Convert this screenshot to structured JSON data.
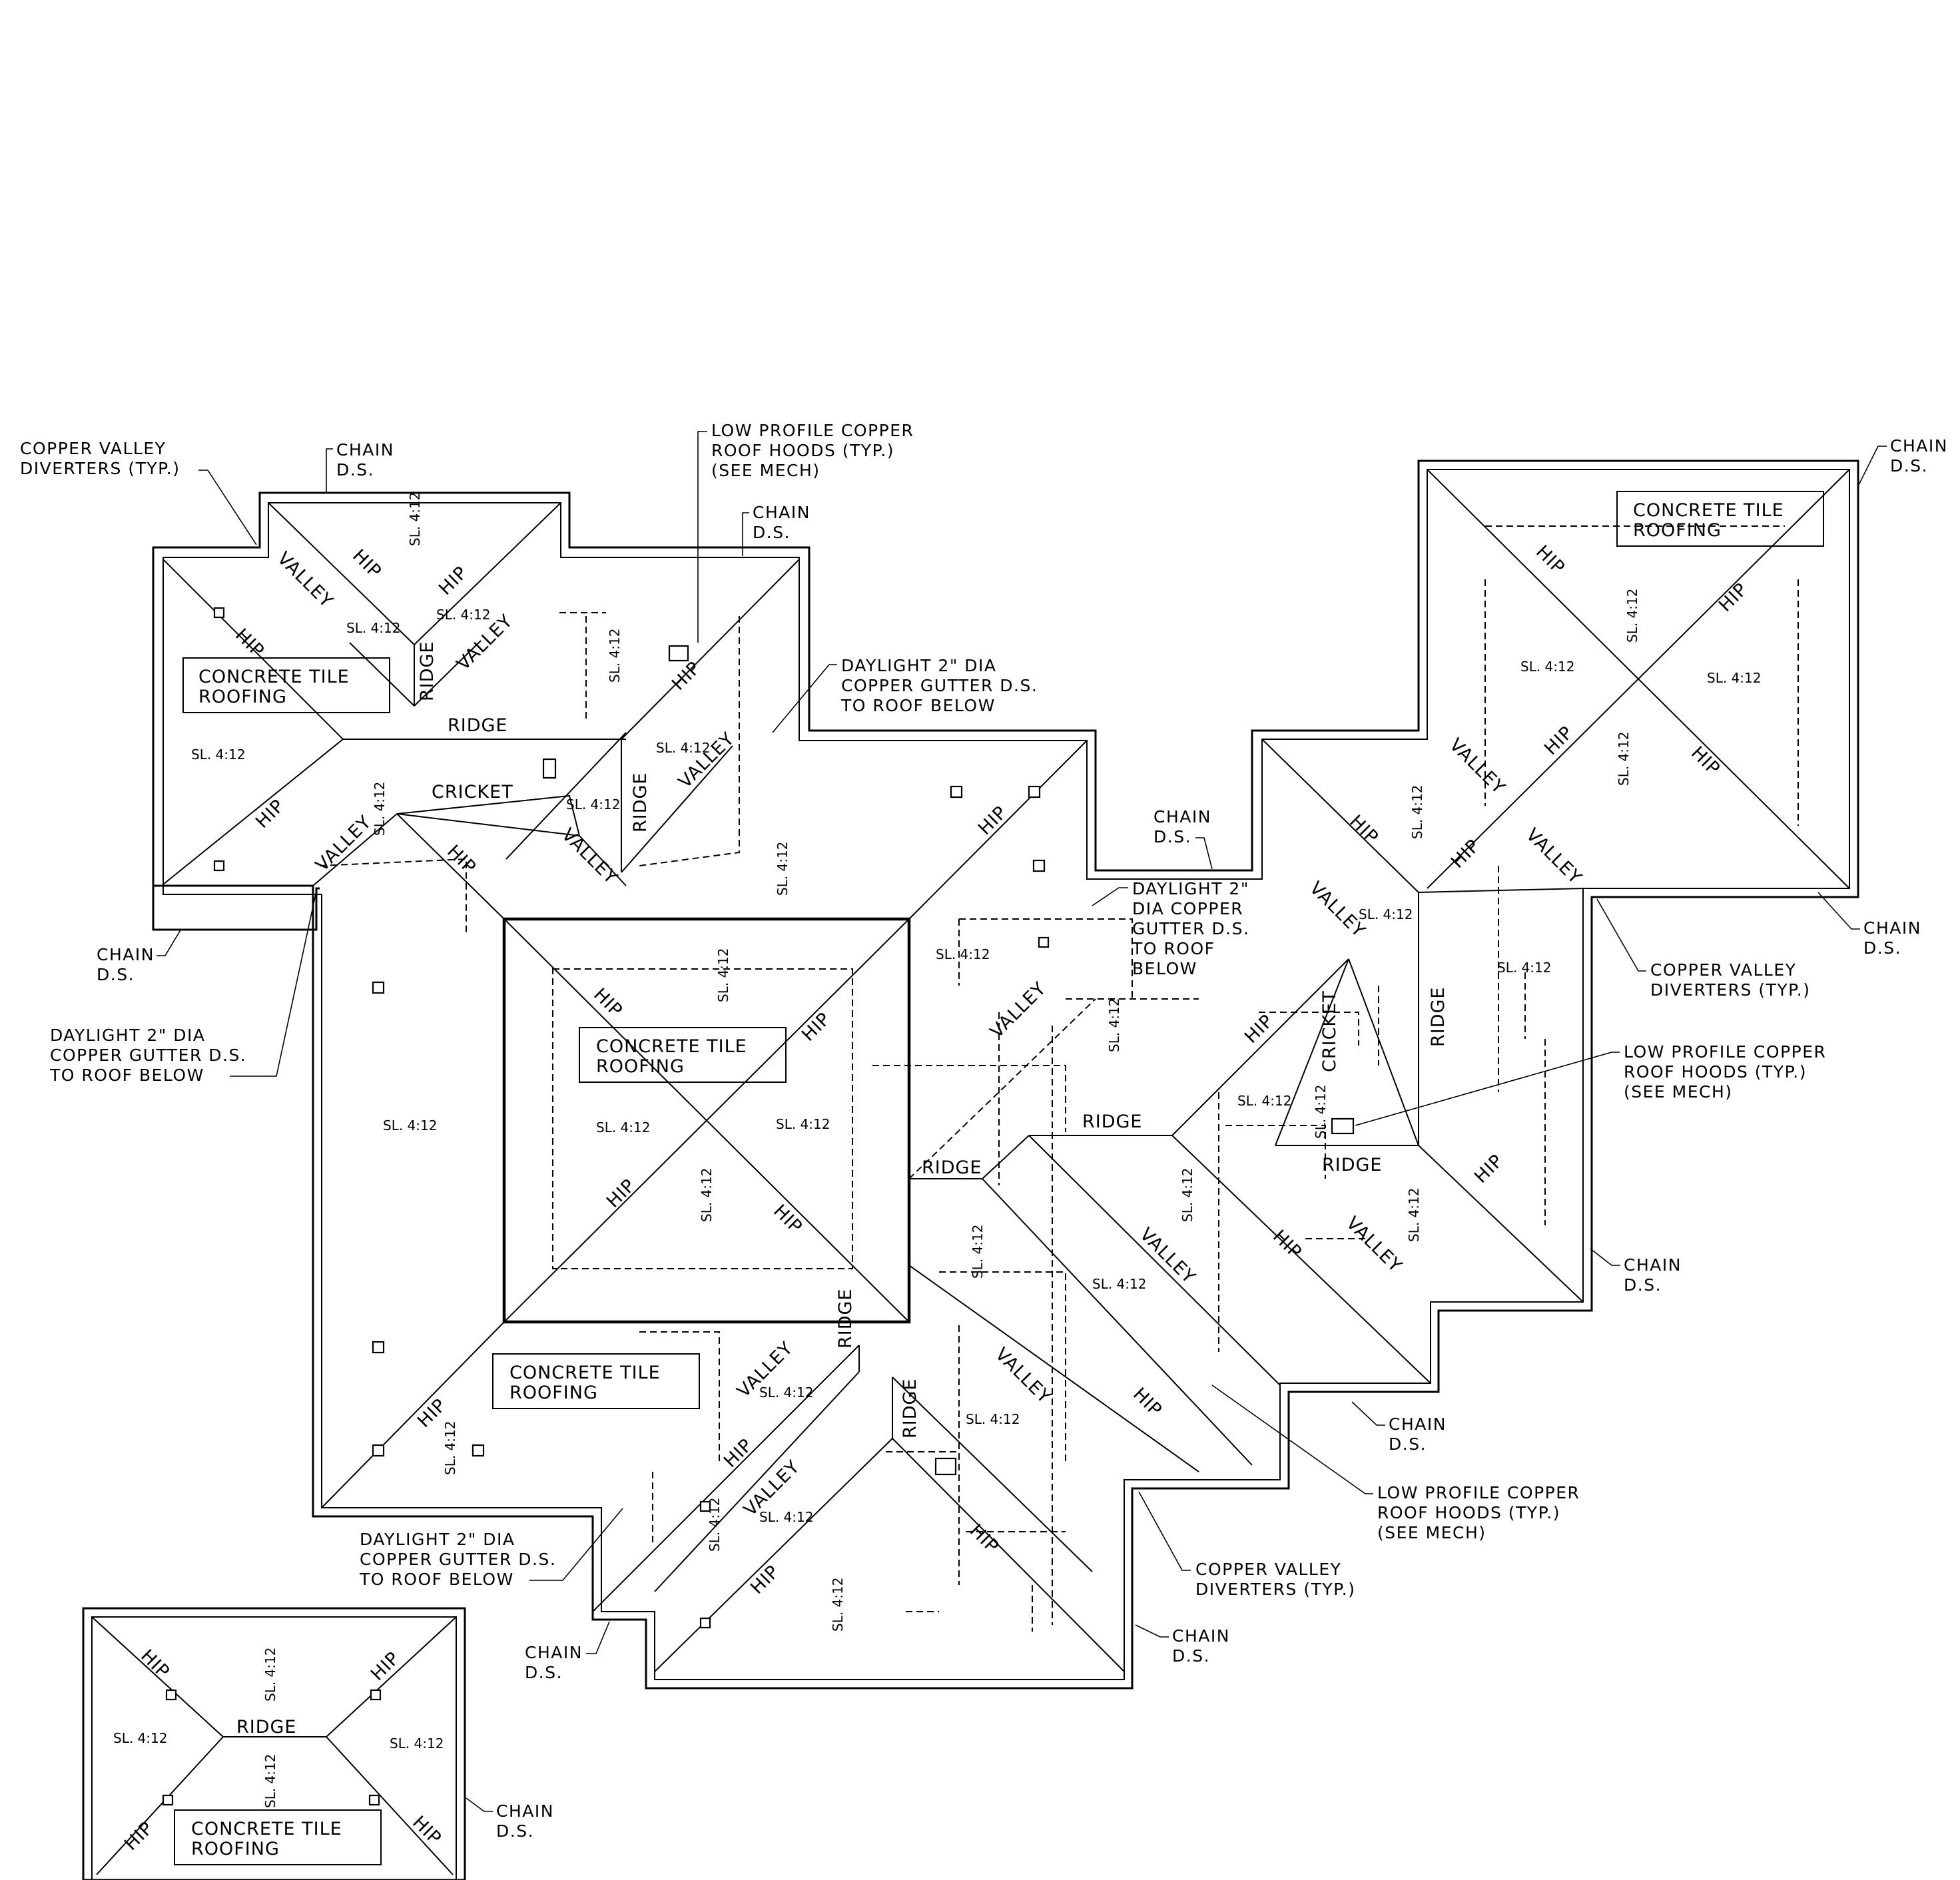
{
  "labels": {
    "hip": "HIP",
    "valley": "VALLEY",
    "ridge": "RIDGE",
    "cricket": "CRICKET",
    "slope": "SL. 4:12",
    "roofing_line1": "CONCRETE TILE",
    "roofing_line2": "ROOFING"
  },
  "notes": {
    "copper_valley_diverters": [
      "COPPER VALLEY",
      "DIVERTERS (TYP.)"
    ],
    "chain_ds": [
      "CHAIN",
      "D.S."
    ],
    "low_profile_hoods": [
      "LOW PROFILE COPPER",
      "ROOF HOODS (TYP.)",
      "(SEE MECH)"
    ],
    "daylight_gutter": [
      "DAYLIGHT 2\" DIA",
      "COPPER GUTTER D.S.",
      "TO ROOF BELOW"
    ],
    "daylight_gutter_narrow": [
      "DAYLIGHT 2\"",
      "DIA COPPER",
      "GUTTER D.S.",
      "TO ROOF",
      "BELOW"
    ]
  }
}
